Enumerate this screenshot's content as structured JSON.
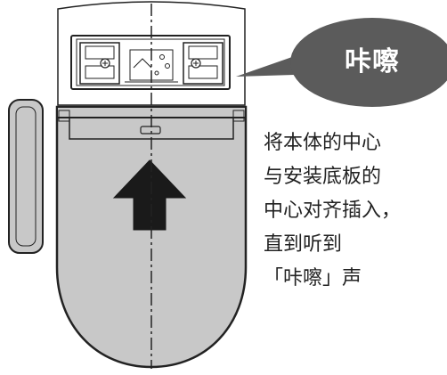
{
  "callout": {
    "text": "咔嚓",
    "color": "#5b5b5b"
  },
  "instruction": {
    "lines": [
      "将本体的中心",
      "与安装底板的",
      "中心对齐插入，",
      "直到听到",
      "「咔嚓」声"
    ]
  },
  "colors": {
    "seat_fill": "#c8c8c8",
    "stroke": "#222222",
    "arrow": "#1a1a1a"
  },
  "icons": {
    "direction": "arrow-up-icon"
  }
}
